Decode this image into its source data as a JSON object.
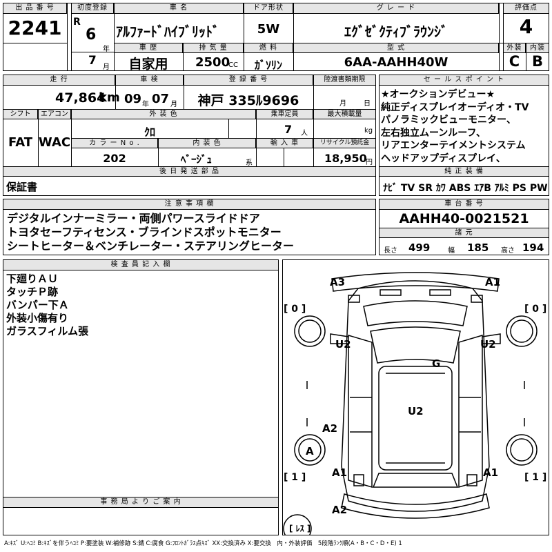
{
  "header": {
    "lot_label": "出 品 番 号",
    "lot_value": "2241",
    "first_reg_label": "初度登録",
    "era": "R",
    "year_value": "6",
    "year_unit": "年",
    "month_value": "7",
    "month_unit": "月",
    "name_label": "車 名",
    "name_value": "ｱﾙﾌｧｰﾄﾞﾊｲﾌﾞﾘｯﾄﾞ",
    "door_label": "ドア形状",
    "door_value": "5W",
    "grade_label": "グ レ ー ド",
    "grade_value": "ｴｸﾞｾﾞｸﾃｨﾌﾞﾗｳﾝｼﾞ",
    "score_label": "評価点",
    "score_value": "4",
    "history_label": "車 歴",
    "history_value": "自家用",
    "disp_label": "排 気 量",
    "disp_value": "2500",
    "disp_unit": "CC",
    "fuel_label": "燃 料",
    "fuel_value": "ｶﾞｿﾘﾝ",
    "model_label": "型 式",
    "model_value": "6AA-AAHH40W",
    "ext_label": "外装",
    "ext_value": "C",
    "int_label": "内装",
    "int_value": "B"
  },
  "row2": {
    "mileage_label": "走 行",
    "mileage_value": "47,864",
    "mileage_unit": "km",
    "inspection_label": "車 検",
    "insp_year": "09",
    "insp_year_unit": "年",
    "insp_month": "07",
    "insp_month_unit": "月",
    "plate_label": "登 録 番 号",
    "plate_value": "神戸 335ﾙ9696",
    "transfer_label": "陸渡書類期限",
    "transfer_month_unit": "月",
    "transfer_day_unit": "日",
    "shift_label": "シフト",
    "shift_value": "FAT",
    "ac_label": "エアコン",
    "ac_value": "WAC",
    "color_label": "外 装 色",
    "color_value": "ｸﾛ",
    "capacity_label": "乗車定員",
    "capacity_value": "7",
    "capacity_unit": "人",
    "load_label": "最大積載量",
    "load_unit": "kg",
    "color_no_label": "カ ラ ー N o .",
    "color_no_value": "202",
    "interior_label": "内 装 色",
    "interior_value": "ﾍﾞｰｼﾞｭ",
    "interior_unit": "系",
    "import_label": "輸 入 車",
    "recycle_label": "リサイクル預託金",
    "recycle_value": "18,950",
    "recycle_unit": "円",
    "later_label": "後 日 発 送 部 品",
    "later_value": "保証書"
  },
  "sales": {
    "label": "セ ー ル ス ポ イ ン ト",
    "lines": [
      "★オークションデビュー★",
      "純正ディスプレイオーディオ・TV",
      "パノラミックビューモニター、",
      "左右独立ムーンルーフ、",
      "リアエンターテイメントシステム",
      "ヘッドアップディスプレイ、"
    ]
  },
  "equip": {
    "label": "純 正 装 備",
    "value": "ﾅﾋﾞ TV SR ｶﾜ ABS ｴｱB ｱﾙﾐ PS PW"
  },
  "notes": {
    "label": "注 意 事 項 欄",
    "lines": [
      "デジタルインナーミラー・両側パワースライドドア",
      "トヨタセーフティセンス・ブラインドスポットモニター",
      "シートヒーター＆ベンチレーター・ステアリングヒーター"
    ]
  },
  "chassis": {
    "label": "車 台 番 号",
    "value": "AAHH40-0021521",
    "spec_label": "諸 元",
    "length_label": "長さ",
    "length_value": "499",
    "width_label": "幅",
    "width_value": "185",
    "height_label": "高さ",
    "height_value": "194"
  },
  "inspector": {
    "label": "検 査 員 記 入 欄",
    "lines": [
      "下廻りＡＵ",
      "タッチＰ跡",
      "バンパー下Ａ",
      "外装小傷有り",
      "ガラスフィルム張"
    ]
  },
  "office": {
    "label": "事 務 局 よ り ご 案 内"
  },
  "diagram": {
    "marks": {
      "a3": "A3",
      "a1_front": "A1",
      "u2_left": "U2",
      "u2_right": "U2",
      "g": "G",
      "u2_center": "U2",
      "a2_left": "A2",
      "a_wheel": "A",
      "a1_rear_left": "A1",
      "a1_rear_right": "A1",
      "a2_rear": "A2"
    },
    "tire_front_left": "0",
    "tire_front_right": "0",
    "tire_rear_left": "1",
    "tire_rear_right": "1",
    "spare_label": "ﾚｽ"
  },
  "legend": "A:ｷｽﾞ U:ﾍｺﾐ B:ｷｽﾞを伴うﾍｺﾐ P:要塗装 W:補修跡 S:錆 C:腐食 G:ﾌﾛﾝﾄｶﾞﾗｽ点ｷｽﾞ XX:交換済み X:要交換　内・外装評価　5段階ﾗﾝｸ順(A・B・C・D・E) 1"
}
